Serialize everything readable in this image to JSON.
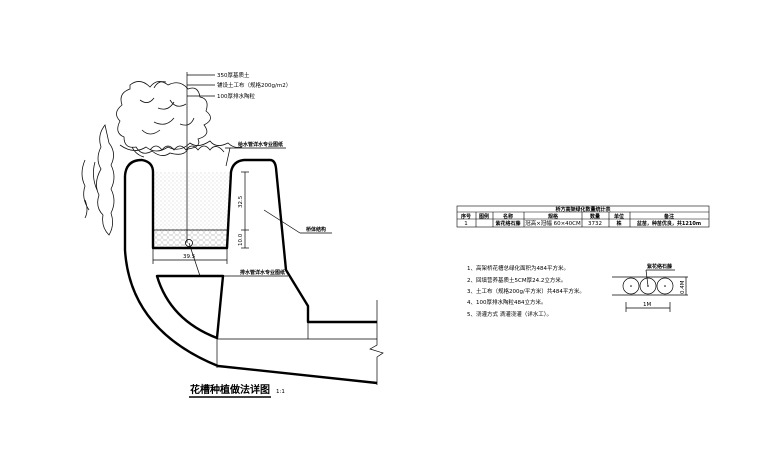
{
  "section": {
    "title": "花槽种植做法详图",
    "scale": "1:1",
    "layers": [
      "350厚基质土",
      "铺设土工布（规格200g/m2）",
      "100厚排水陶粒"
    ],
    "labels": {
      "water_supply": "给水管详水专业图纸",
      "bridge": "桥体结构",
      "drainage": "排水管详水专业图纸"
    },
    "dimensions": {
      "soil_height": "32.5",
      "gravel_height": "10.0",
      "width": "39.5"
    }
  },
  "table": {
    "title": "桥方高架绿化数量统计表",
    "headers": [
      "序号",
      "图例",
      "名称",
      "规格",
      "数量",
      "单位",
      "备注"
    ],
    "rows": [
      [
        "1",
        "",
        "紫花络石藤",
        "冠高×冠幅 60×40CM",
        "3732",
        "株",
        "盆苗，种苗优良，共1210m"
      ]
    ]
  },
  "notes": [
    "1、高架桥花槽总绿化面积为484平方米。",
    "2、回填营养基质土5CM厚24.2立方米。",
    "3、土工布（规格200g/平方米）共484平方米。",
    "4、100厚排水陶粒484立方米。",
    "5、浇灌方式 滴灌浇灌（详水工）。"
  ],
  "planting_diagram": {
    "label": "紫花络石藤",
    "height": "0.4M",
    "length": "1M"
  }
}
